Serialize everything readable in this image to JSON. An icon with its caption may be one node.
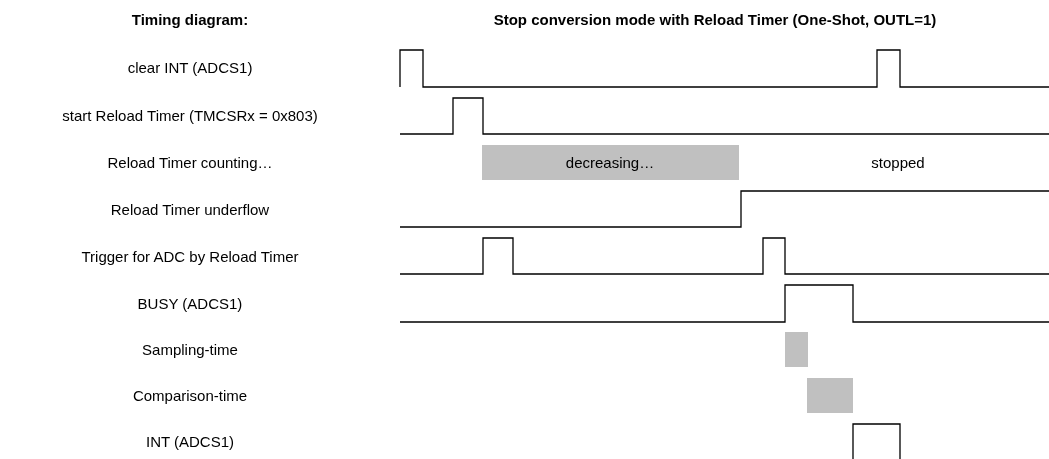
{
  "diagram": {
    "title": "Stop conversion mode with Reload Timer (One-Shot, OUTL=1)",
    "labels": [
      "Timing diagram:",
      "clear INT (ADCS1)",
      "start Reload Timer (TMCSRx = 0x803)",
      "Reload Timer counting…",
      "decreasing…",
      "stopped",
      "Reload Timer underflow",
      "Trigger for ADC by Reload Timer",
      "BUSY (ADCS1)",
      "Sampling-time",
      "Comparison-time",
      "INT (ADCS1)"
    ]
  }
}
